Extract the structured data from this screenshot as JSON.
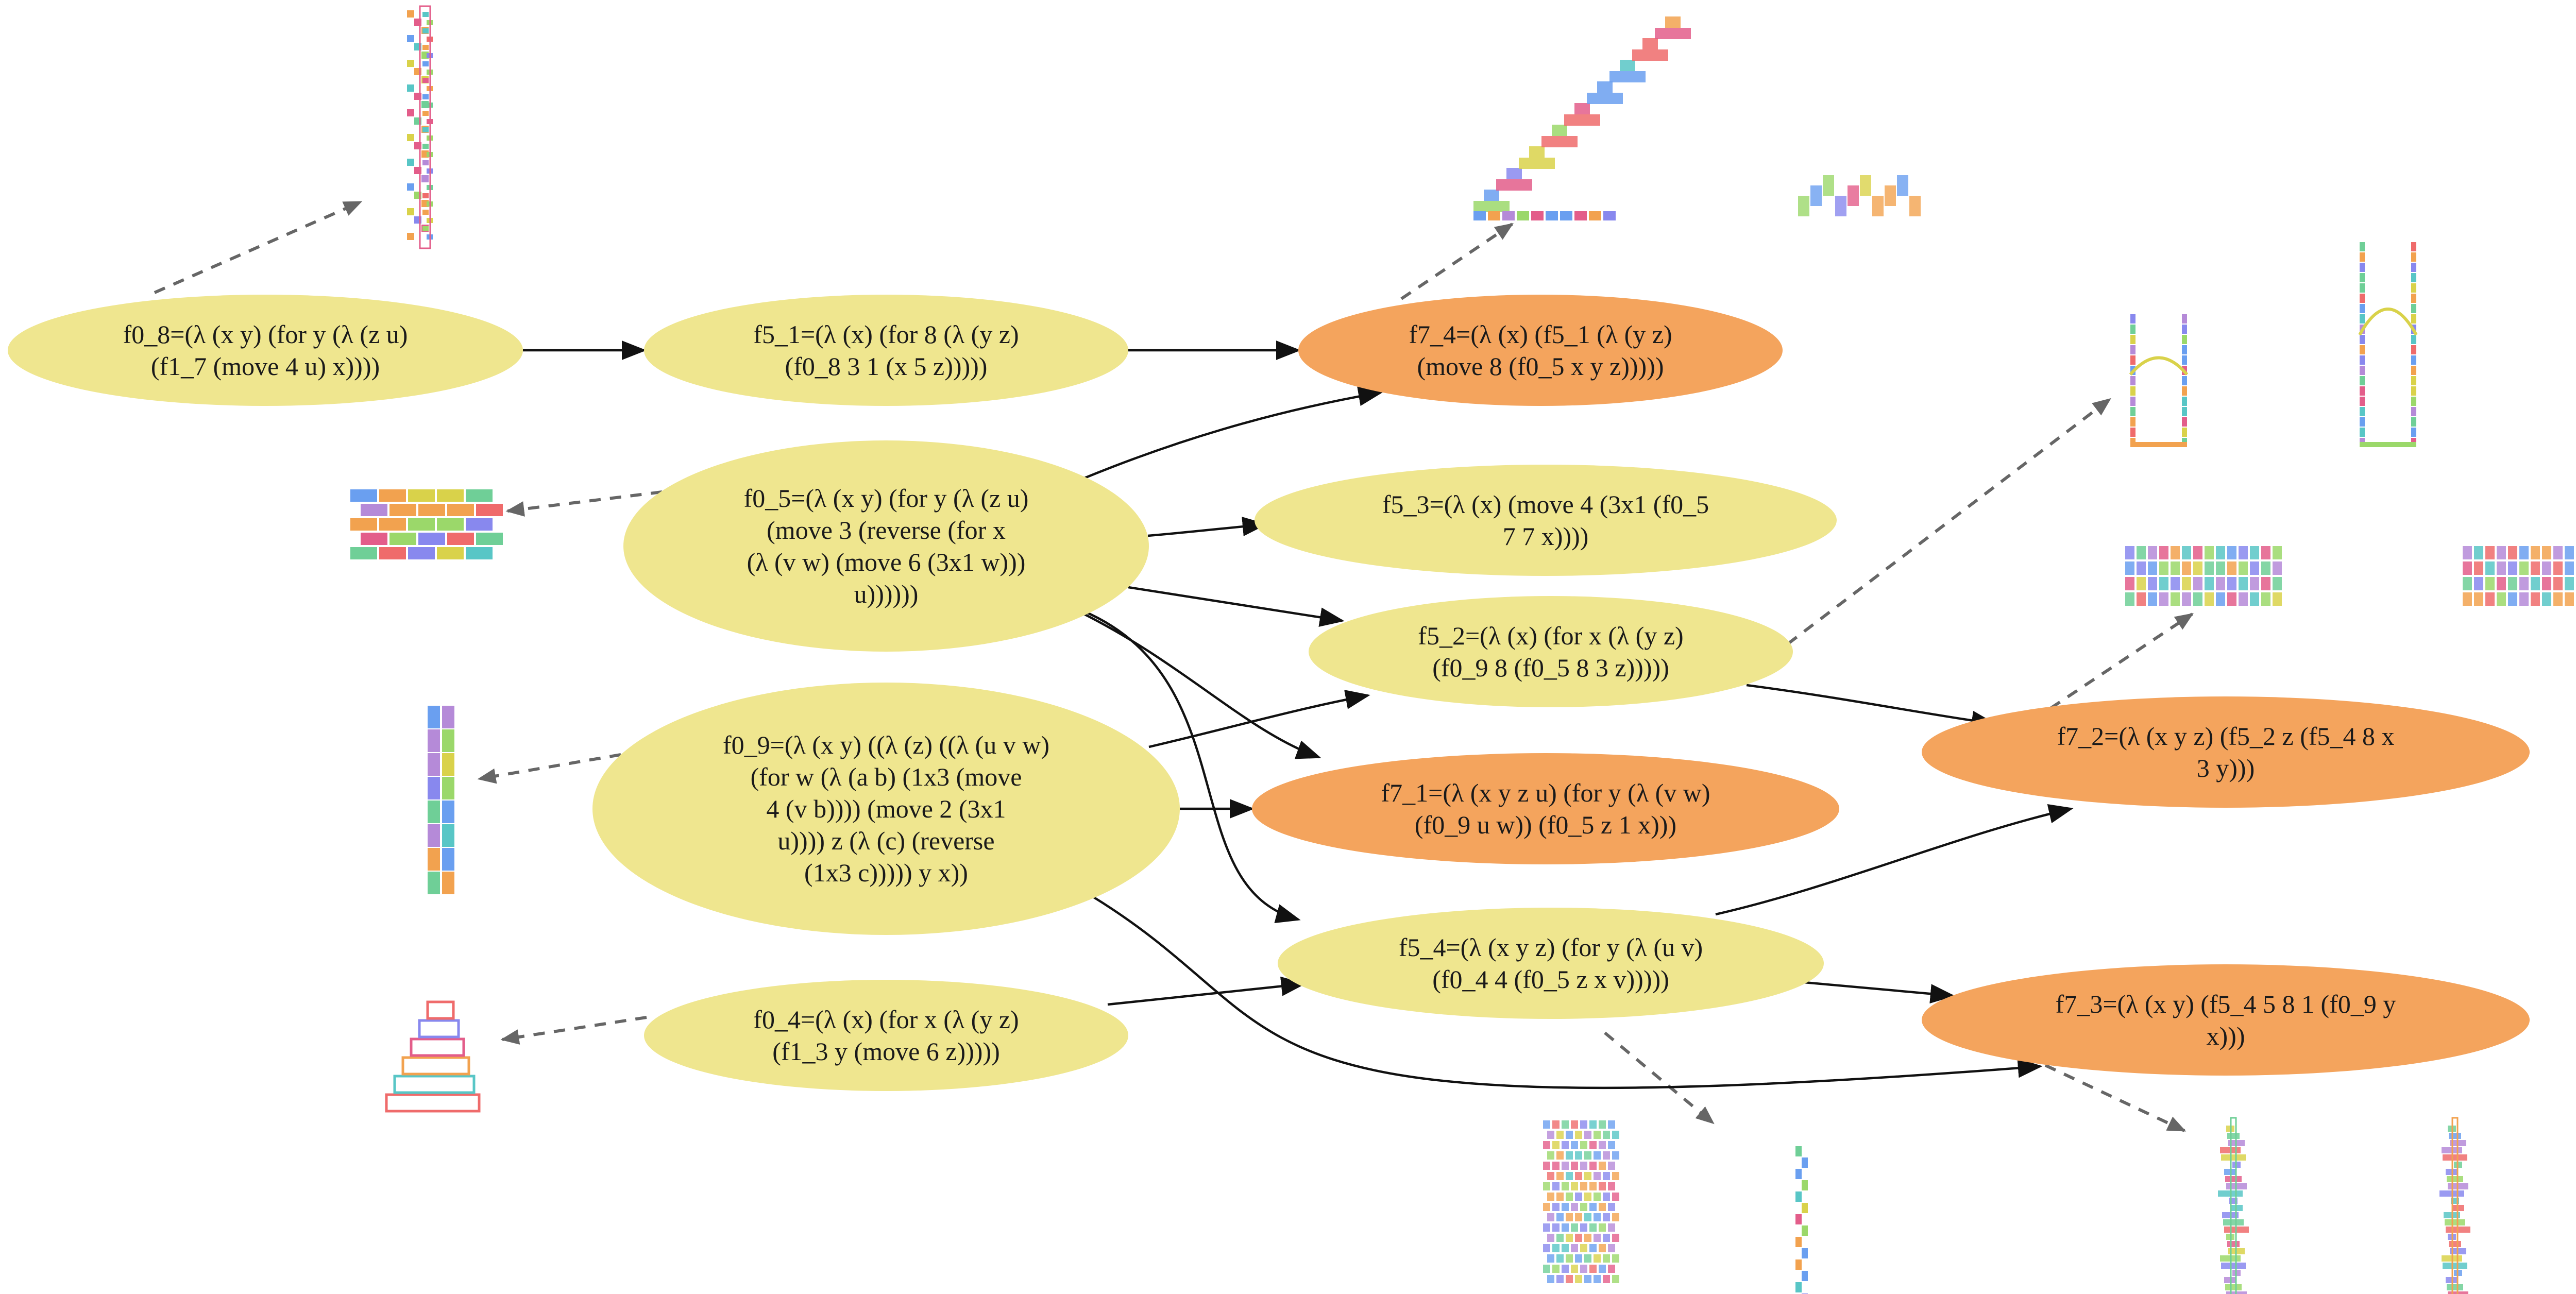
{
  "colors": {
    "primitive_fill": "#efe68f",
    "derived_fill": "#f4a45d",
    "edge": "#111111",
    "dashed_edge": "#666666"
  },
  "nodes": [
    {
      "id": "f0_8",
      "kind": "primitive",
      "lines": [
        "f0_8=(λ (x y) (for y (λ (z u)",
        "(f1_7 (move 4 u) x))))"
      ]
    },
    {
      "id": "f5_1",
      "kind": "primitive",
      "lines": [
        "f5_1=(λ (x) (for 8 (λ (y z)",
        "(f0_8 3 1 (x 5 z)))))"
      ]
    },
    {
      "id": "f7_4",
      "kind": "derived",
      "lines": [
        "f7_4=(λ (x) (f5_1 (λ (y z)",
        "(move 8 (f0_5 x y z)))))"
      ]
    },
    {
      "id": "f0_5",
      "kind": "primitive",
      "lines": [
        "f0_5=(λ (x y) (for y (λ (z u)",
        "(move 3 (reverse (for x",
        "(λ (v w) (move 6 (3x1 w)))",
        "u))))))"
      ]
    },
    {
      "id": "f5_3",
      "kind": "primitive",
      "lines": [
        "f5_3=(λ (x) (move 4 (3x1 (f0_5",
        "7 7 x))))"
      ]
    },
    {
      "id": "f5_2",
      "kind": "primitive",
      "lines": [
        "f5_2=(λ (x) (for x (λ (y z)",
        "(f0_9 8 (f0_5 8 3 z)))))"
      ]
    },
    {
      "id": "f7_2",
      "kind": "derived",
      "lines": [
        "f7_2=(λ (x y z) (f5_2 z (f5_4 8 x",
        "3 y)))"
      ]
    },
    {
      "id": "f0_9",
      "kind": "primitive",
      "lines": [
        "f0_9=(λ (x y) ((λ (z) ((λ (u v w)",
        "(for w (λ (a b) (1x3 (move",
        "4 (v b)))) (move 2 (3x1",
        "u)))) z (λ (c) (reverse",
        "(1x3 c))))) y x))"
      ]
    },
    {
      "id": "f7_1",
      "kind": "derived",
      "lines": [
        "f7_1=(λ (x y z u) (for y (λ (v w)",
        "(f0_9 u w)) (f0_5 z 1 x)))"
      ]
    },
    {
      "id": "f5_4",
      "kind": "primitive",
      "lines": [
        "f5_4=(λ (x y z) (for y (λ (u v)",
        "(f0_4 4 (f0_5 z x v)))))"
      ]
    },
    {
      "id": "f7_3",
      "kind": "derived",
      "lines": [
        "f7_3=(λ (x y) (f5_4 5 8 1 (f0_9 y",
        "x)))"
      ]
    },
    {
      "id": "f0_4",
      "kind": "primitive",
      "lines": [
        "f0_4=(λ (x) (for x (λ (y z)",
        "(f1_3 y (move 6 z)))))"
      ]
    }
  ],
  "edges": [
    {
      "from": "f0_8",
      "to": "f5_1"
    },
    {
      "from": "f5_1",
      "to": "f7_4"
    },
    {
      "from": "f0_5",
      "to": "f7_4"
    },
    {
      "from": "f0_5",
      "to": "f5_3"
    },
    {
      "from": "f0_5",
      "to": "f5_2"
    },
    {
      "from": "f0_5",
      "to": "f7_1"
    },
    {
      "from": "f0_5",
      "to": "f5_4"
    },
    {
      "from": "f0_9",
      "to": "f5_2"
    },
    {
      "from": "f0_9",
      "to": "f7_1"
    },
    {
      "from": "f0_9",
      "to": "f7_3"
    },
    {
      "from": "f0_4",
      "to": "f5_4"
    },
    {
      "from": "f5_2",
      "to": "f7_2"
    },
    {
      "from": "f5_4",
      "to": "f7_2"
    },
    {
      "from": "f5_4",
      "to": "f7_3"
    }
  ],
  "renders": [
    {
      "node": "f0_8",
      "style": "vertical-strip"
    },
    {
      "node": "f0_5",
      "style": "brick-block"
    },
    {
      "node": "f0_9",
      "style": "vertical-bar"
    },
    {
      "node": "f0_4",
      "style": "staircase"
    },
    {
      "node": "f7_4",
      "style": "diagonal-towers"
    },
    {
      "node": "f5_2",
      "style": "arch-towers"
    },
    {
      "node": "f7_2",
      "style": "block-rows"
    },
    {
      "node": "f5_4",
      "style": "woven-towers"
    },
    {
      "node": "f7_3",
      "style": "spire-towers"
    }
  ]
}
